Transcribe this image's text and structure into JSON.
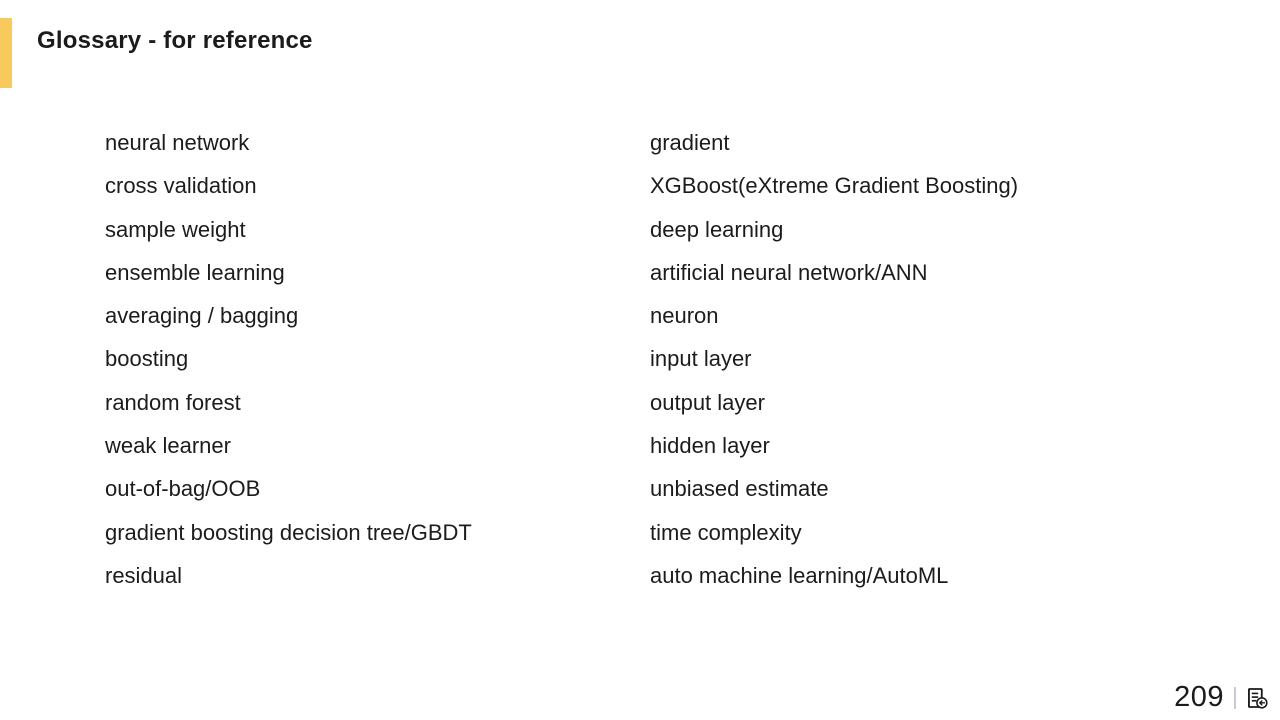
{
  "slide": {
    "title": "Glossary - for reference",
    "accent_color": "#F8C95C",
    "text_color": "#1A1A1A"
  },
  "glossary": {
    "left_column": [
      "neural network",
      "cross validation",
      "sample weight",
      "ensemble learning",
      "averaging / bagging",
      "boosting",
      "random forest",
      "weak learner",
      "out-of-bag/OOB",
      "gradient boosting decision tree/GBDT",
      "residual"
    ],
    "right_column": [
      "gradient",
      "XGBoost(eXtreme Gradient Boosting)",
      "deep learning",
      "artificial neural network/ANN",
      "neuron",
      "input layer",
      "output layer",
      "hidden layer",
      "unbiased estimate",
      "time complexity",
      "auto machine learning/AutoML"
    ]
  },
  "footer": {
    "page_number": "209",
    "icon": "document-back-arrow-icon"
  }
}
